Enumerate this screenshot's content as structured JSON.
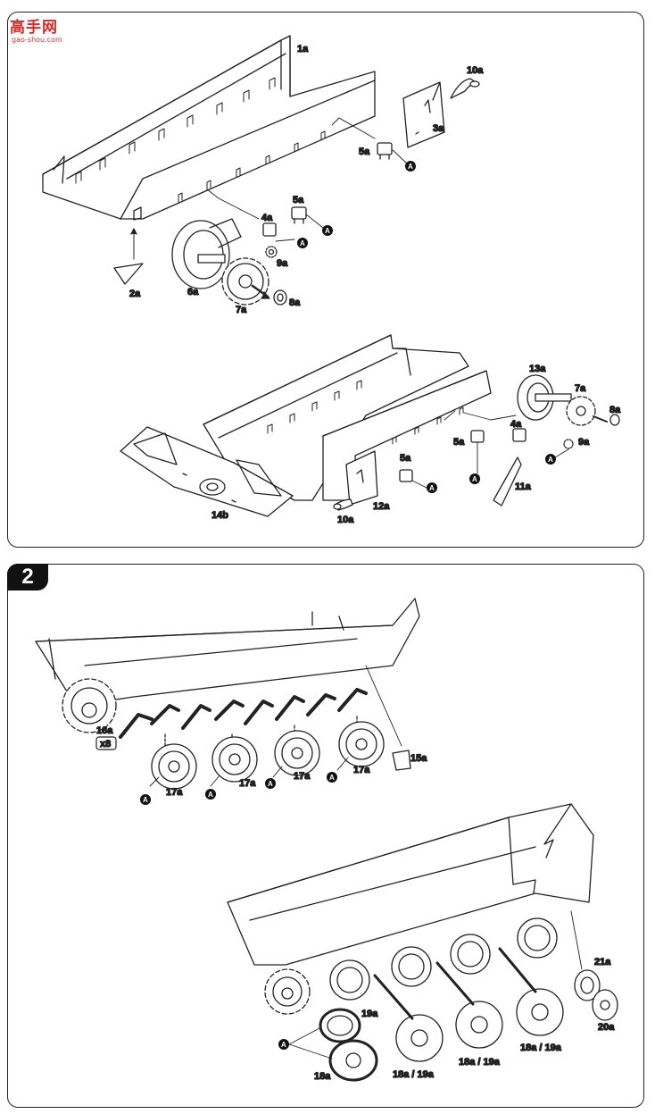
{
  "watermark": {
    "glyph": "高手网",
    "site": "gao-shou.com"
  },
  "step2": {
    "number": "2"
  },
  "marker": "A",
  "qty": "x8",
  "labels": {
    "p1a": [
      "1a",
      "10a",
      "3a",
      "5a",
      "5a",
      "4a",
      "9a",
      "6a",
      "7a",
      "8a",
      "2a"
    ],
    "p1b": [
      "13a",
      "7a",
      "8a",
      "4a",
      "5a",
      "9a",
      "5a",
      "11a",
      "12a",
      "10a",
      "14b"
    ],
    "p2a": [
      "16a",
      "17a",
      "17a",
      "17a",
      "17a",
      "15a"
    ],
    "p2b": [
      "21a",
      "20a",
      "19a",
      "18a",
      "18a / 19a",
      "18a / 19a",
      "18a / 19a"
    ]
  }
}
